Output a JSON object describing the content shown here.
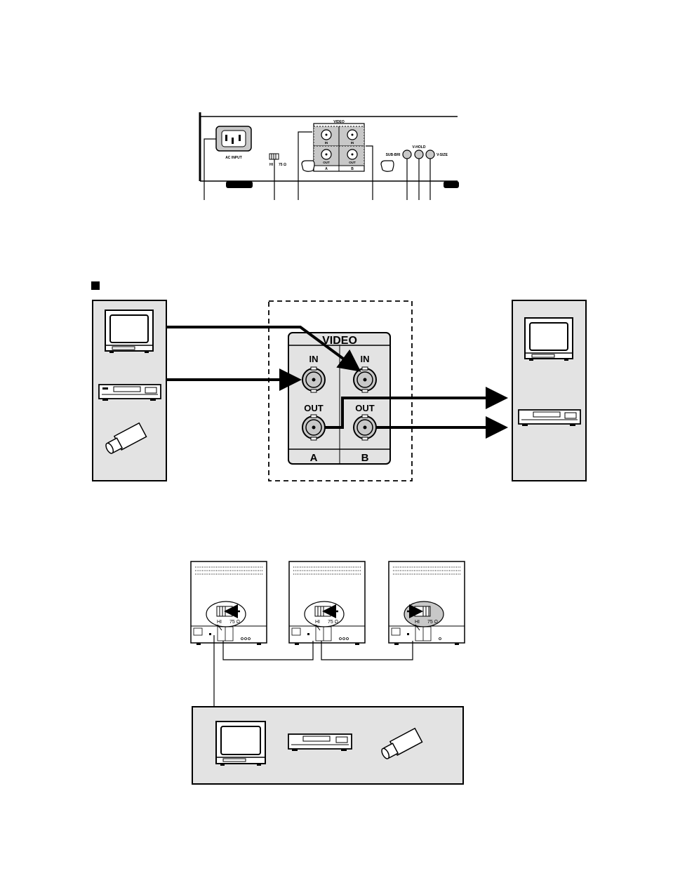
{
  "rear_panel": {
    "ac_input_label": "AC INPUT",
    "switch_hi": "HI",
    "switch_75": "75 Ω",
    "video_label": "VIDEO",
    "in_label": "IN",
    "out_label": "OUT",
    "col_a": "A",
    "col_b": "B",
    "sub_bri_label": "SUB-BRI",
    "v_hold_label": "V-HOLD",
    "v_size_label": "V-SIZE"
  },
  "connection": {
    "video_label": "VIDEO",
    "in_label": "IN",
    "out_label": "OUT",
    "col_a": "A",
    "col_b": "B"
  },
  "chain": {
    "switch_hi": "HI",
    "switch_75": "75 Ω"
  },
  "colors": {
    "panel_fill": "#e3e3e3",
    "connector_fill": "#c8c8c8",
    "line": "#000000"
  }
}
